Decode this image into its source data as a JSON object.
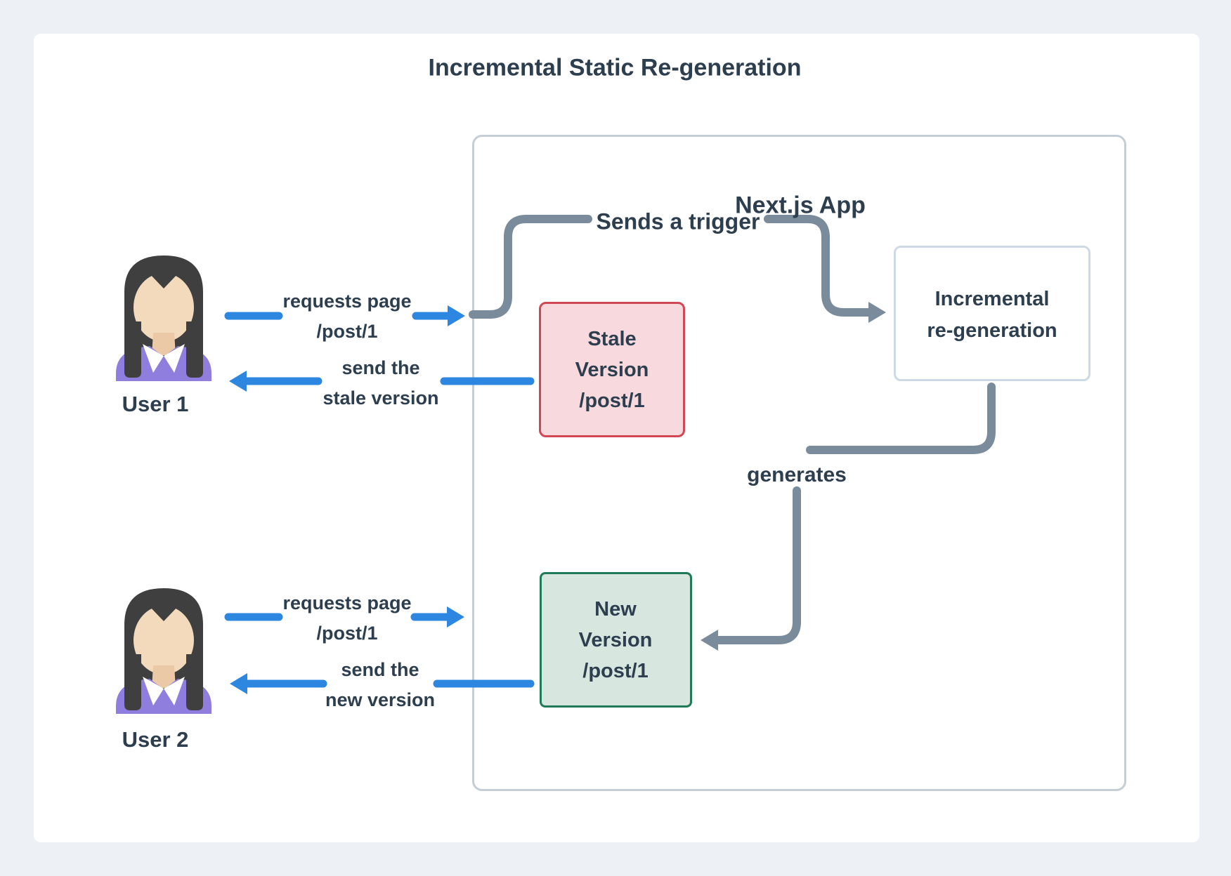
{
  "title": "Incremental Static Re-generation",
  "app": {
    "label": "Next.js App"
  },
  "boxes": {
    "incremental": {
      "line1": "Incremental",
      "line2": "re-generation"
    },
    "stale": {
      "line1": "Stale",
      "line2": "Version",
      "line3": "/post/1"
    },
    "new": {
      "line1": "New",
      "line2": "Version",
      "line3": "/post/1"
    }
  },
  "users": [
    {
      "label": "User 1"
    },
    {
      "label": "User 2"
    }
  ],
  "flows": {
    "trigger": "Sends a trigger",
    "generates": "generates",
    "u1_request": {
      "line1": "requests page",
      "line2": "/post/1"
    },
    "u1_response": {
      "line1": "send the",
      "line2": "stale version"
    },
    "u2_request": {
      "line1": "requests page",
      "line2": "/post/1"
    },
    "u2_response": {
      "line1": "send the",
      "line2": "new version"
    }
  },
  "colors": {
    "page-bg": "#edf1f6",
    "card-bg": "#ffffff",
    "ink": "#2d3e4f",
    "blue": "#2d86df",
    "gray": "#7a8b9b",
    "nextjs-border": "#c5ced7",
    "inner-border": "#cdd9e4",
    "stale-fill": "#f8dade",
    "stale-border": "#d14855",
    "new-fill": "#d7e6df",
    "new-border": "#1f7a57",
    "hair": "#3f3f3f",
    "skin": "#f3dabd",
    "skin-shadow": "#ebc8a6",
    "shirt": "#8f7edd",
    "collar": "#ffffff"
  }
}
